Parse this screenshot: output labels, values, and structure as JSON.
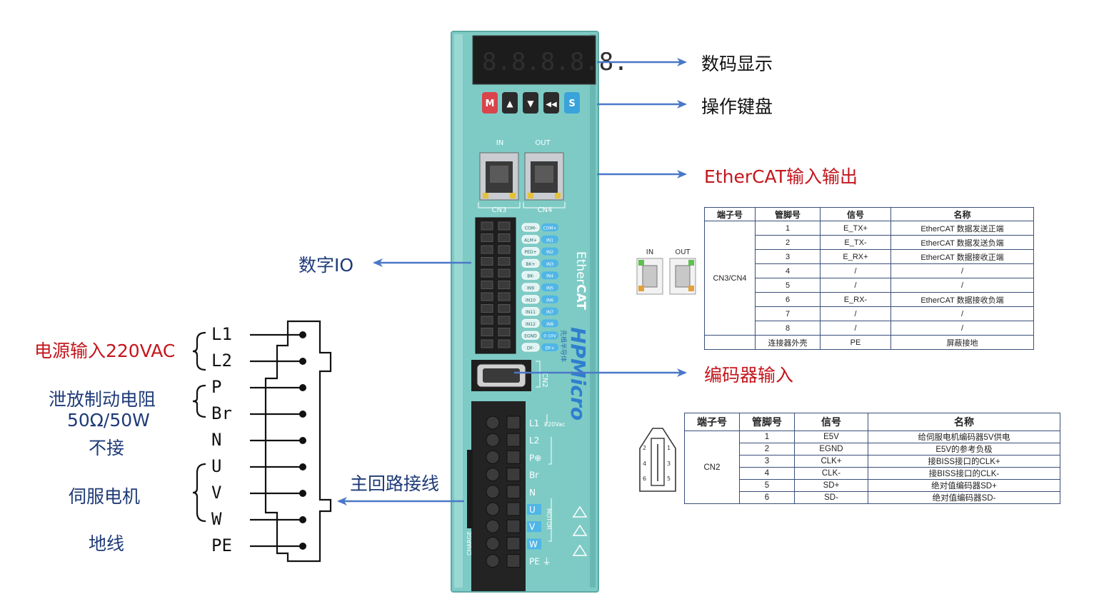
{
  "device": {
    "label_in": "IN",
    "label_out": "OUT",
    "label_cn3": "CN3",
    "label_cn4": "CN4",
    "label_cn2": "CN2",
    "brand_line1": "Ether",
    "brand_line2": "CAT",
    "brand_logo": "HPMicro",
    "brand_small": "先楫半导体",
    "charge": "CHARGE",
    "vac": "220Vac",
    "motor": "MOTOR",
    "keys": [
      "M",
      "▲",
      "▼",
      "◀◀",
      "S"
    ],
    "io_left": [
      "COM-",
      "ALM+",
      "PED+",
      "BK+",
      "BK-",
      "IN9",
      "IN10",
      "IN11",
      "IN12",
      "EGND",
      "DF-"
    ],
    "io_right": [
      "COM+",
      "IN1",
      "IN2",
      "IN3",
      "IN4",
      "IN5",
      "IN6",
      "IN7",
      "IN8",
      "0-10V",
      "DF+"
    ],
    "power_terms": [
      "L1",
      "L2",
      "P⊕",
      "Br",
      "N",
      "U",
      "V",
      "W",
      "PE ⏚"
    ]
  },
  "callouts": {
    "display": "数码显示",
    "keypad": "操作键盘",
    "ethercat": "EtherCAT输入输出",
    "digital_io": "数字IO",
    "encoder": "编码器输入",
    "main_circuit": "主回路接线"
  },
  "left_panel": {
    "power_input": "电源输入220VAC",
    "brake_resistor_line1": "泄放制动电阻",
    "brake_resistor_line2": "50Ω/50W",
    "brake_resistor_line3": "不接",
    "servo_motor": "伺服电机",
    "ground": "地线",
    "terminals": [
      "L1",
      "L2",
      "P",
      "Br",
      "N",
      "U",
      "V",
      "W",
      "PE"
    ]
  },
  "ethercat_table": {
    "jack_in": "IN",
    "jack_out": "OUT",
    "headers": [
      "端子号",
      "管脚号",
      "信号",
      "名称"
    ],
    "port": "CN3/CN4",
    "rows": [
      [
        "1",
        "E_TX+",
        "EtherCAT 数据发送正端"
      ],
      [
        "2",
        "E_TX-",
        "EtherCAT 数据发送负端"
      ],
      [
        "3",
        "E_RX+",
        "EtherCAT 数据接收正端"
      ],
      [
        "4",
        "/",
        "/"
      ],
      [
        "5",
        "/",
        "/"
      ],
      [
        "6",
        "E_RX-",
        "EtherCAT 数据接收负端"
      ],
      [
        "7",
        "/",
        "/"
      ],
      [
        "8",
        "/",
        "/"
      ],
      [
        "连接器外壳",
        "PE",
        "屏蔽接地"
      ]
    ]
  },
  "encoder_table": {
    "headers": [
      "端子号",
      "管脚号",
      "信号",
      "名称"
    ],
    "port": "CN2",
    "rows": [
      [
        "1",
        "E5V",
        "给伺服电机编码器5V供电"
      ],
      [
        "2",
        "EGND",
        "E5V的参考负极"
      ],
      [
        "3",
        "CLK+",
        "接BISS接口的CLK+"
      ],
      [
        "4",
        "CLK-",
        "接BISS接口的CLK-"
      ],
      [
        "5",
        "SD+",
        "绝对值编码器SD+"
      ],
      [
        "6",
        "SD-",
        "绝对值编码器SD-"
      ]
    ],
    "pin_labels": [
      "2",
      "1",
      "4",
      "3",
      "6",
      "5"
    ]
  },
  "colors": {
    "device_body": "#7ecbc6",
    "arrow": "#4a78c8",
    "red_label": "#c4161c",
    "blue_label": "#1f3b78"
  }
}
